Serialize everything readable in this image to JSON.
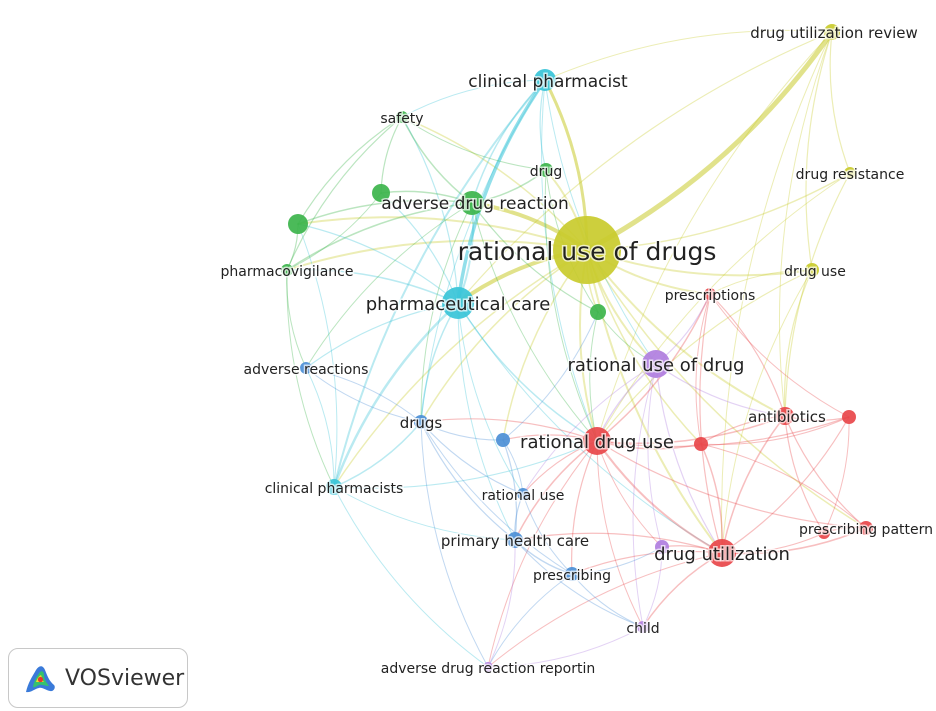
{
  "app": {
    "name": "VOSviewer",
    "logo_icon": "vosviewer-logo-icon"
  },
  "clusters": {
    "red": "#e8474a",
    "green": "#3cb44b",
    "blue": "#4c8fd6",
    "yellow": "#c9cb2c",
    "purple": "#b07ee0",
    "cyan": "#38c4d8"
  },
  "nodes": [
    {
      "id": "rational-use-of-drugs",
      "label": "rational use of drugs",
      "cluster": "yellow"
    },
    {
      "id": "drug-utilization-review",
      "label": "drug utilization review",
      "cluster": "yellow"
    },
    {
      "id": "drug-resistance",
      "label": "drug resistance",
      "cluster": "yellow"
    },
    {
      "id": "drug-use",
      "label": "drug use",
      "cluster": "yellow"
    },
    {
      "id": "clinical-pharmacist",
      "label": "clinical pharmacist",
      "cluster": "cyan"
    },
    {
      "id": "pharmaceutical-care",
      "label": "pharmaceutical care",
      "cluster": "cyan"
    },
    {
      "id": "clinical-pharmacists",
      "label": "clinical pharmacists",
      "cluster": "cyan"
    },
    {
      "id": "safety",
      "label": "safety",
      "cluster": "green"
    },
    {
      "id": "drug",
      "label": "drug",
      "cluster": "green"
    },
    {
      "id": "adverse-drug-reaction",
      "label": "adverse drug reaction",
      "cluster": "green"
    },
    {
      "id": "pharmacovigilance",
      "label": "pharmacovigilance",
      "cluster": "green"
    },
    {
      "id": "green-unlabeled-1",
      "label": "",
      "cluster": "green"
    },
    {
      "id": "green-unlabeled-2",
      "label": "",
      "cluster": "green"
    },
    {
      "id": "green-unlabeled-3",
      "label": "",
      "cluster": "green"
    },
    {
      "id": "rational-use-of-drug",
      "label": "rational use of drug",
      "cluster": "purple"
    },
    {
      "id": "child",
      "label": "child",
      "cluster": "purple"
    },
    {
      "id": "adverse-drug-reaction-reportin",
      "label": "adverse drug reaction reportin",
      "cluster": "purple"
    },
    {
      "id": "purple-unlabeled-1",
      "label": "",
      "cluster": "purple"
    },
    {
      "id": "prescriptions",
      "label": "prescriptions",
      "cluster": "red"
    },
    {
      "id": "antibiotics",
      "label": "antibiotics",
      "cluster": "red"
    },
    {
      "id": "rational-drug-use",
      "label": "rational drug use",
      "cluster": "red"
    },
    {
      "id": "prescribing-pattern",
      "label": "prescribing pattern",
      "cluster": "red"
    },
    {
      "id": "drug-utilization",
      "label": "drug utilization",
      "cluster": "red"
    },
    {
      "id": "red-unlabeled-1",
      "label": "",
      "cluster": "red"
    },
    {
      "id": "red-unlabeled-2",
      "label": "",
      "cluster": "red"
    },
    {
      "id": "red-unlabeled-3",
      "label": "",
      "cluster": "red"
    },
    {
      "id": "adverse-reactions",
      "label": "adverse reactions",
      "cluster": "blue"
    },
    {
      "id": "drugs",
      "label": "drugs",
      "cluster": "blue"
    },
    {
      "id": "rational-use",
      "label": "rational use",
      "cluster": "blue"
    },
    {
      "id": "primary-health-care",
      "label": "primary health care",
      "cluster": "blue"
    },
    {
      "id": "prescribing",
      "label": "prescribing",
      "cluster": "blue"
    },
    {
      "id": "blue-unlabeled-1",
      "label": "",
      "cluster": "blue"
    }
  ],
  "links": [
    [
      "rational-use-of-drugs",
      "drug-utilization-review",
      5
    ],
    [
      "rational-use-of-drugs",
      "clinical-pharmacist",
      3
    ],
    [
      "rational-use-of-drugs",
      "pharmaceutical-care",
      4
    ],
    [
      "rational-use-of-drugs",
      "adverse-drug-reaction",
      4
    ],
    [
      "rational-use-of-drugs",
      "drug",
      2
    ],
    [
      "rational-use-of-drugs",
      "safety",
      1.5
    ],
    [
      "rational-use-of-drugs",
      "green-unlabeled-1",
      2
    ],
    [
      "rational-use-of-drugs",
      "pharmacovigilance",
      2
    ],
    [
      "rational-use-of-drugs",
      "drug-resistance",
      1.5
    ],
    [
      "rational-use-of-drugs",
      "drug-use",
      2
    ],
    [
      "rational-use-of-drugs",
      "prescriptions",
      2
    ],
    [
      "rational-use-of-drugs",
      "antibiotics",
      2
    ],
    [
      "rational-use-of-drugs",
      "rational-drug-use",
      2
    ],
    [
      "rational-use-of-drugs",
      "rational-use-of-drug",
      2
    ],
    [
      "rational-use-of-drugs",
      "drug-utilization",
      2
    ],
    [
      "rational-use-of-drugs",
      "drugs",
      1.5
    ],
    [
      "rational-use-of-drugs",
      "green-unlabeled-3",
      1.5
    ],
    [
      "rational-use-of-drugs",
      "prescribing-pattern",
      1.5
    ],
    [
      "rational-use-of-drugs",
      "red-unlabeled-1",
      1.5
    ],
    [
      "rational-use-of-drugs",
      "clinical-pharmacists",
      1.5
    ],
    [
      "rational-use-of-drugs",
      "blue-unlabeled-1",
      1.5
    ],
    [
      "drug-utilization-review",
      "drug-resistance",
      1.2
    ],
    [
      "drug-utilization-review",
      "drug-use",
      1.2
    ],
    [
      "drug-utilization-review",
      "clinical-pharmacist",
      1
    ],
    [
      "drug-utilization-review",
      "rational-drug-use",
      1
    ],
    [
      "drug-utilization-review",
      "pharmaceutical-care",
      1.2
    ],
    [
      "drug-utilization-review",
      "antibiotics",
      1
    ],
    [
      "drug-utilization-review",
      "drug-utilization",
      1
    ],
    [
      "drug-resistance",
      "antibiotics",
      1.2
    ],
    [
      "drug-resistance",
      "rational-drug-use",
      1
    ],
    [
      "drug-use",
      "rational-drug-use",
      1.2
    ],
    [
      "drug-use",
      "antibiotics",
      1.2
    ],
    [
      "drug-use",
      "prescriptions",
      1
    ],
    [
      "drug-use",
      "drug-utilization",
      1
    ],
    [
      "clinical-pharmacist",
      "pharmaceutical-care",
      3.5
    ],
    [
      "clinical-pharmacist",
      "clinical-pharmacists",
      2
    ],
    [
      "clinical-pharmacist",
      "adverse-drug-reaction",
      1.5
    ],
    [
      "clinical-pharmacist",
      "safety",
      1
    ],
    [
      "clinical-pharmacist",
      "drug",
      1.2
    ],
    [
      "clinical-pharmacist",
      "rational-drug-use",
      1
    ],
    [
      "clinical-pharmacist",
      "rational-use-of-drug",
      1
    ],
    [
      "clinical-pharmacist",
      "drugs",
      1
    ],
    [
      "pharmaceutical-care",
      "clinical-pharmacists",
      2.5
    ],
    [
      "pharmaceutical-care",
      "adverse-drug-reaction",
      2
    ],
    [
      "pharmaceutical-care",
      "pharmacovigilance",
      1.5
    ],
    [
      "pharmaceutical-care",
      "drugs",
      1.5
    ],
    [
      "pharmaceutical-care",
      "adverse-reactions",
      1.2
    ],
    [
      "pharmaceutical-care",
      "rational-drug-use",
      1.5
    ],
    [
      "pharmaceutical-care",
      "rational-use",
      1
    ],
    [
      "pharmaceutical-care",
      "primary-health-care",
      1
    ],
    [
      "pharmaceutical-care",
      "safety",
      1.2
    ],
    [
      "pharmaceutical-care",
      "green-unlabeled-1",
      1.2
    ],
    [
      "pharmaceutical-care",
      "green-unlabeled-2",
      1.2
    ],
    [
      "pharmaceutical-care",
      "drug-utilization",
      1
    ],
    [
      "clinical-pharmacists",
      "drugs",
      1.5
    ],
    [
      "clinical-pharmacists",
      "rational-drug-use",
      1
    ],
    [
      "clinical-pharmacists",
      "primary-health-care",
      1
    ],
    [
      "clinical-pharmacists",
      "adverse-reactions",
      1
    ],
    [
      "clinical-pharmacists",
      "adverse-drug-reaction-reportin",
      1
    ],
    [
      "clinical-pharmacists",
      "green-unlabeled-1",
      1
    ],
    [
      "safety",
      "adverse-drug-reaction",
      1.5
    ],
    [
      "safety",
      "pharmacovigilance",
      1.2
    ],
    [
      "safety",
      "green-unlabeled-2",
      1.2
    ],
    [
      "safety",
      "drug",
      1
    ],
    [
      "safety",
      "green-unlabeled-1",
      1.2
    ],
    [
      "adverse-drug-reaction",
      "pharmacovigilance",
      1.5
    ],
    [
      "adverse-drug-reaction",
      "green-unlabeled-2",
      1.5
    ],
    [
      "adverse-drug-reaction",
      "green-unlabeled-1",
      1.5
    ],
    [
      "adverse-drug-reaction",
      "drug",
      1.5
    ],
    [
      "adverse-drug-reaction",
      "green-unlabeled-3",
      1.2
    ],
    [
      "adverse-drug-reaction",
      "rational-drug-use",
      1
    ],
    [
      "adverse-drug-reaction",
      "drugs",
      1
    ],
    [
      "adverse-drug-reaction",
      "adverse-reactions",
      1
    ],
    [
      "pharmacovigilance",
      "green-unlabeled-1",
      1.2
    ],
    [
      "pharmacovigilance",
      "adverse-reactions",
      1
    ],
    [
      "pharmacovigilance",
      "green-unlabeled-2",
      1
    ],
    [
      "pharmacovigilance",
      "clinical-pharmacists",
      1
    ],
    [
      "drug",
      "green-unlabeled-3",
      1
    ],
    [
      "drug",
      "rational-drug-use",
      1
    ],
    [
      "green-unlabeled-3",
      "rational-drug-use",
      1
    ],
    [
      "green-unlabeled-3",
      "rational-use-of-drug",
      1
    ],
    [
      "rational-use-of-drug",
      "rational-drug-use",
      1.5
    ],
    [
      "rational-use-of-drug",
      "prescriptions",
      1.2
    ],
    [
      "rational-use-of-drug",
      "antibiotics",
      1.2
    ],
    [
      "rational-use-of-drug",
      "child",
      1
    ],
    [
      "rational-use-of-drug",
      "drug-utilization",
      1.2
    ],
    [
      "rational-use-of-drug",
      "purple-unlabeled-1",
      1
    ],
    [
      "rational-use-of-drug",
      "rational-use",
      1
    ],
    [
      "rational-drug-use",
      "antibiotics",
      1.5
    ],
    [
      "rational-drug-use",
      "prescriptions",
      1.5
    ],
    [
      "rational-drug-use",
      "drug-utilization",
      2
    ],
    [
      "rational-drug-use",
      "red-unlabeled-1",
      1.5
    ],
    [
      "rational-drug-use",
      "red-unlabeled-2",
      1.2
    ],
    [
      "rational-drug-use",
      "prescribing-pattern",
      1.2
    ],
    [
      "rational-drug-use",
      "primary-health-care",
      1.5
    ],
    [
      "rational-drug-use",
      "rational-use",
      1.2
    ],
    [
      "rational-drug-use",
      "prescribing",
      1.2
    ],
    [
      "rational-drug-use",
      "drugs",
      1.2
    ],
    [
      "rational-drug-use",
      "blue-unlabeled-1",
      1.2
    ],
    [
      "rational-drug-use",
      "child",
      1
    ],
    [
      "rational-drug-use",
      "adverse-drug-reaction-reportin",
      1
    ],
    [
      "rational-drug-use",
      "purple-unlabeled-1",
      1
    ],
    [
      "antibiotics",
      "prescriptions",
      1.2
    ],
    [
      "antibiotics",
      "red-unlabeled-1",
      1.2
    ],
    [
      "antibiotics",
      "red-unlabeled-2",
      1.2
    ],
    [
      "antibiotics",
      "prescribing-pattern",
      1.2
    ],
    [
      "antibiotics",
      "red-unlabeled-3",
      1.2
    ],
    [
      "antibiotics",
      "drug-utilization",
      1.5
    ],
    [
      "prescriptions",
      "red-unlabeled-1",
      1
    ],
    [
      "prescriptions",
      "drug-utilization",
      1.2
    ],
    [
      "prescriptions",
      "red-unlabeled-2",
      1
    ],
    [
      "drug-utilization",
      "prescribing-pattern",
      1.5
    ],
    [
      "drug-utilization",
      "red-unlabeled-1",
      1.5
    ],
    [
      "drug-utilization",
      "red-unlabeled-3",
      1.2
    ],
    [
      "drug-utilization",
      "red-unlabeled-2",
      1.2
    ],
    [
      "drug-utilization",
      "child",
      1.5
    ],
    [
      "drug-utilization",
      "prescribing",
      1.2
    ],
    [
      "drug-utilization",
      "primary-health-care",
      1.2
    ],
    [
      "drug-utilization",
      "purple-unlabeled-1",
      1.2
    ],
    [
      "drug-utilization",
      "adverse-drug-reaction-reportin",
      1
    ],
    [
      "prescribing-pattern",
      "red-unlabeled-3",
      1.2
    ],
    [
      "prescribing-pattern",
      "red-unlabeled-1",
      1
    ],
    [
      "red-unlabeled-1",
      "red-unlabeled-2",
      1
    ],
    [
      "red-unlabeled-3",
      "red-unlabeled-2",
      1
    ],
    [
      "drugs",
      "blue-unlabeled-1",
      1.2
    ],
    [
      "drugs",
      "rational-use",
      1.2
    ],
    [
      "drugs",
      "primary-health-care",
      1.2
    ],
    [
      "drugs",
      "prescribing",
      1
    ],
    [
      "drugs",
      "adverse-reactions",
      1
    ],
    [
      "drugs",
      "adverse-drug-reaction-reportin",
      1
    ],
    [
      "adverse-reactions",
      "drugs",
      1
    ],
    [
      "rational-use",
      "primary-health-care",
      1.2
    ],
    [
      "rational-use",
      "prescribing",
      1
    ],
    [
      "rational-use",
      "blue-unlabeled-1",
      1
    ],
    [
      "primary-health-care",
      "prescribing",
      1.5
    ],
    [
      "primary-health-care",
      "blue-unlabeled-1",
      1.2
    ],
    [
      "primary-health-care",
      "child",
      1
    ],
    [
      "prescribing",
      "child",
      1
    ],
    [
      "prescribing",
      "purple-unlabeled-1",
      1
    ],
    [
      "prescribing",
      "adverse-drug-reaction-reportin",
      1
    ],
    [
      "adverse-drug-reaction-reportin",
      "child",
      1
    ],
    [
      "adverse-drug-reaction-reportin",
      "primary-health-care",
      1
    ],
    [
      "child",
      "purple-unlabeled-1",
      1
    ],
    [
      "blue-unlabeled-1",
      "green-unlabeled-3",
      1
    ]
  ]
}
